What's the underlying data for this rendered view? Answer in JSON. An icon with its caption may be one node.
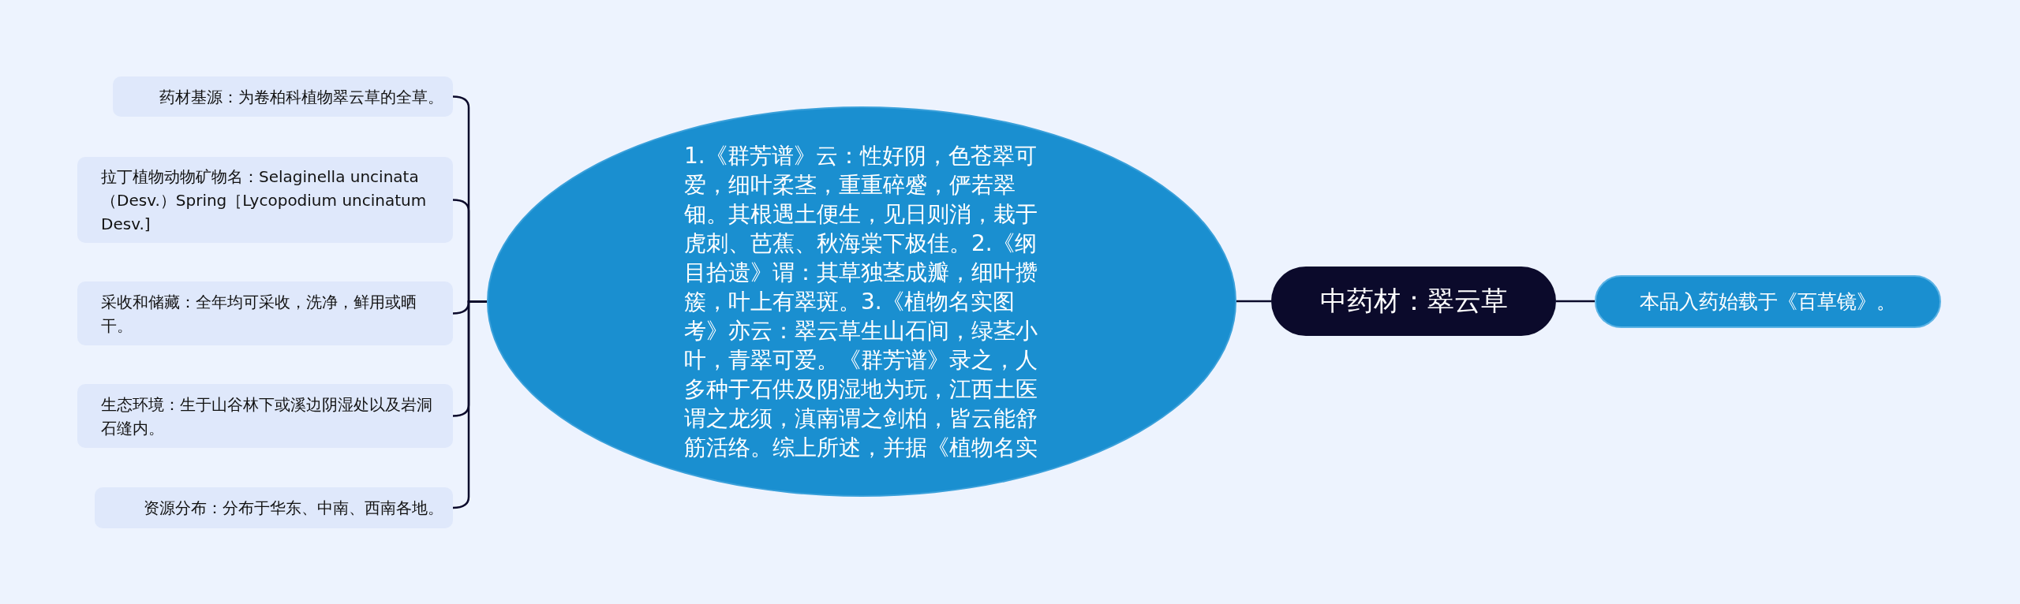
{
  "diagram": {
    "nodes": [
      {
        "text": [
          "中药材：翠云草"
        ]
      },
      {
        "text": [
          "1.《群芳谱》云：性好阴，色苍翠可爱，细叶柔茎，重重碎蹙，俨若翠钿。其根遇土便生，见日则消，栽于虎刺、芭蕉、秋海棠下极佳。2.《纲目拾遗》谓：其草独茎成瓣，细叶攒簇，叶上有翠斑。3.《植物名实图考》亦云：翠云草生山石间，绿茎小叶，青翠可爱。《群芳谱》录之，人多种于石供及阴湿地为玩，江西土医谓之龙须，滇南谓之剑柏，皆云能舒筋活络。综上所述，并据《植物名实"
        ]
      },
      {
        "text": [
          "药材基源：为卷柏科植物翠云草的全草。"
        ]
      },
      {
        "text": [
          "拉丁植物动物矿物名：Selaginella uncinata（Desv.）Spring［Lycopodium uncinatum Desv.]"
        ]
      },
      {
        "text": [
          "采收和储藏：全年均可采收，洗净，鲜用或晒干。"
        ]
      },
      {
        "text": [
          "生态环境：生于山谷林下或溪边阴湿处以及岩洞石缝内。"
        ]
      },
      {
        "text": [
          "资源分布：分布于华东、中南、西南各地。"
        ]
      },
      {
        "text": [
          "本品入药始载于《百草镜》。"
        ]
      }
    ],
    "edges": [
      {
        "from": 0,
        "to": 1,
        "arrow": "none"
      },
      {
        "from": 0,
        "to": 7,
        "arrow": "none"
      },
      {
        "from": 1,
        "to": 2,
        "arrow": "none"
      },
      {
        "from": 1,
        "to": 3,
        "arrow": "none"
      },
      {
        "from": 1,
        "to": 4,
        "arrow": "none"
      },
      {
        "from": 1,
        "to": 5,
        "arrow": "none"
      },
      {
        "from": 1,
        "to": 6,
        "arrow": "none"
      }
    ]
  }
}
